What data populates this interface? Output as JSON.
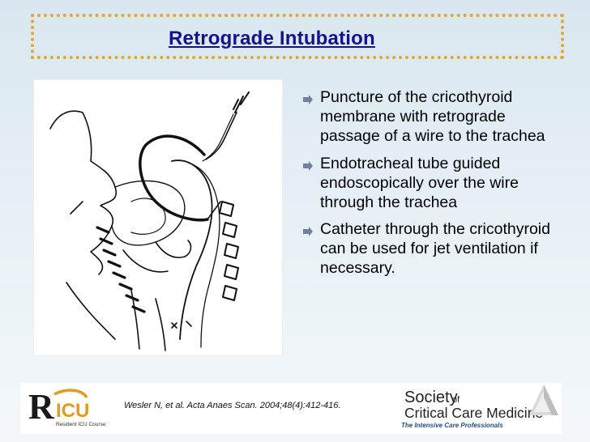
{
  "slide": {
    "title": "Retrograde Intubation",
    "bullets": [
      "Puncture of the cricothyroid membrane with retrograde passage of a wire to the trachea",
      "Endotracheal tube guided endoscopically over the wire through the trachea",
      "Catheter through the cricothyroid can be used for jet ventilation if necessary."
    ],
    "citation": "Wesler N, et al. Acta Anaes Scan. 2004;48(4):412-416."
  },
  "logos": {
    "ricu": {
      "letters_r": "R",
      "letters_icu": "ICU",
      "caption": "Resident ICU Course"
    },
    "sccm": {
      "society": "Society",
      "of": "of",
      "name": "Critical Care Medicine",
      "tagline": "The Intensive Care Professionals"
    }
  },
  "colors": {
    "title": "#13138f",
    "frame_border": "#e3a630",
    "ricu_accent": "#e39a1c",
    "sccm_tagline": "#1d4d8c"
  },
  "icons": {
    "bullet": "arrow-bullet-icon",
    "sccm_mark": "sccm-triangle-icon"
  }
}
